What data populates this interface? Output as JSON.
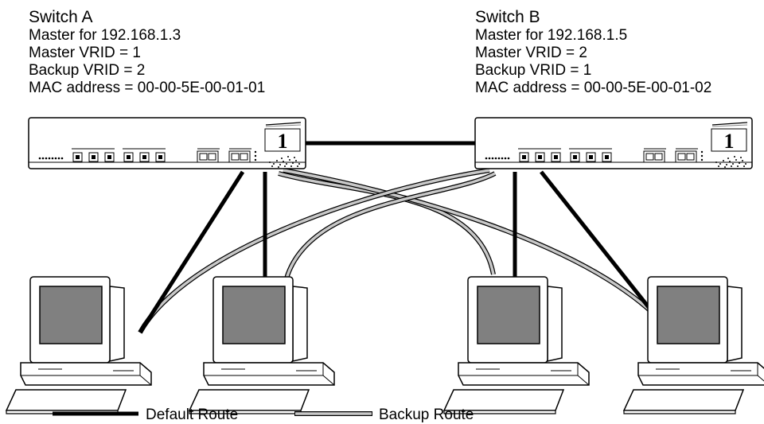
{
  "switch_a": {
    "title": "Switch A",
    "lines": [
      "Master for 192.168.1.3",
      "Master VRID = 1",
      "Backup VRID = 2",
      "MAC address = 00-00-5E-00-01-01"
    ]
  },
  "switch_b": {
    "title": "Switch B",
    "lines": [
      "Master for 192.168.1.5",
      "Master VRID = 2",
      "Backup VRID = 1",
      "MAC address = 00-00-5E-00-01-02"
    ]
  },
  "switch_logo_text": "1",
  "legend": {
    "default_route": "Default Route",
    "backup_route": "Backup Route"
  },
  "colors": {
    "default_route": "#000000",
    "backup_route": "#aaaaaa"
  }
}
